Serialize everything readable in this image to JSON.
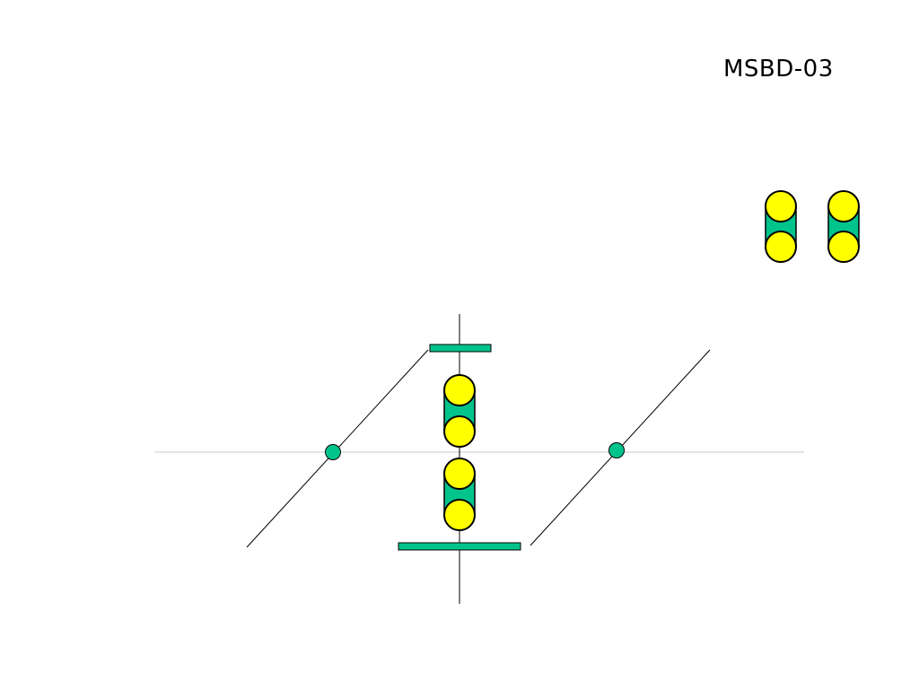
{
  "slide": {
    "title": "MSBD-03"
  },
  "colors": {
    "accent": "#00C48C",
    "bead": "#FFFF00",
    "outline": "#000000",
    "axis": "#C8C8C8"
  },
  "diagram": {
    "components": [
      "horizontal-axis",
      "vertical-axis",
      "top-plate",
      "bottom-plate",
      "center-bead-pair-upper",
      "center-bead-pair-lower",
      "left-diagonal-line",
      "right-diagonal-line",
      "left-node",
      "right-node",
      "legend-bead-pair-left",
      "legend-bead-pair-right"
    ]
  }
}
